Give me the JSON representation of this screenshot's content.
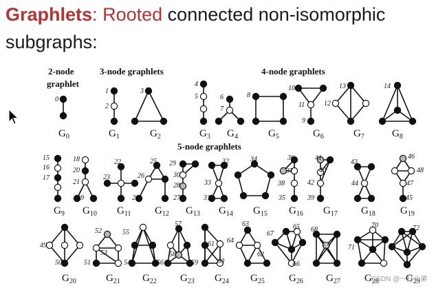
{
  "title": {
    "graphlets_word": "Graphlets",
    "colon": ":",
    "rooted_word": "Rooted",
    "rest_line1": "connected non-isomorphic",
    "line2": "subgraphs:"
  },
  "headers": {
    "h2": "2-node",
    "h2b": "graphlet",
    "h3": "3-node graphlets",
    "h4": "4-node graphlets",
    "h5": "5-node graphlets"
  },
  "watermark": "CSDN @一打小弟",
  "colors": {
    "node_filled": "#111111",
    "node_open": "#ffffff",
    "node_gray": "#b8b8b8",
    "edge": "#111111",
    "accent": "#b73232"
  },
  "graphlets": [
    {
      "id": "G0",
      "label": "G",
      "sub": "0"
    },
    {
      "id": "G1",
      "label": "G",
      "sub": "1"
    },
    {
      "id": "G2",
      "label": "G",
      "sub": "2"
    },
    {
      "id": "G3",
      "label": "G",
      "sub": "3"
    },
    {
      "id": "G4",
      "label": "G",
      "sub": "4"
    },
    {
      "id": "G5",
      "label": "G",
      "sub": "5"
    },
    {
      "id": "G6",
      "label": "G",
      "sub": "6"
    },
    {
      "id": "G7",
      "label": "G",
      "sub": "7"
    },
    {
      "id": "G8",
      "label": "G",
      "sub": "8"
    },
    {
      "id": "G9",
      "label": "G",
      "sub": "9"
    },
    {
      "id": "G10",
      "label": "G",
      "sub": "10"
    },
    {
      "id": "G11",
      "label": "G",
      "sub": "11"
    },
    {
      "id": "G12",
      "label": "G",
      "sub": "12"
    },
    {
      "id": "G13",
      "label": "G",
      "sub": "13"
    },
    {
      "id": "G14",
      "label": "G",
      "sub": "14"
    },
    {
      "id": "G15",
      "label": "G",
      "sub": "15"
    },
    {
      "id": "G16",
      "label": "G",
      "sub": "16"
    },
    {
      "id": "G17",
      "label": "G",
      "sub": "17"
    },
    {
      "id": "G18",
      "label": "G",
      "sub": "18"
    },
    {
      "id": "G19",
      "label": "G",
      "sub": "19"
    },
    {
      "id": "G20",
      "label": "G",
      "sub": "20"
    },
    {
      "id": "G21",
      "label": "G",
      "sub": "21"
    },
    {
      "id": "G22",
      "label": "G",
      "sub": "22"
    },
    {
      "id": "G23",
      "label": "G",
      "sub": "23"
    },
    {
      "id": "G24",
      "label": "G",
      "sub": "24"
    },
    {
      "id": "G25",
      "label": "G",
      "sub": "25"
    },
    {
      "id": "G26",
      "label": "G",
      "sub": "26"
    },
    {
      "id": "G27",
      "label": "G",
      "sub": "27"
    },
    {
      "id": "G28",
      "label": "G",
      "sub": "28"
    },
    {
      "id": "G29",
      "label": "G",
      "sub": "29"
    }
  ],
  "orbit_labels": [
    "0",
    "1",
    "2",
    "3",
    "4",
    "5",
    "6",
    "7",
    "8",
    "9",
    "10",
    "11",
    "12",
    "13",
    "14",
    "15",
    "16",
    "17",
    "18",
    "19",
    "20",
    "21",
    "22",
    "23",
    "24",
    "25",
    "26",
    "27",
    "28",
    "29",
    "30",
    "31",
    "32",
    "33",
    "34",
    "35",
    "36",
    "37",
    "38",
    "39",
    "40",
    "41",
    "42",
    "43",
    "44",
    "45",
    "46",
    "47",
    "48",
    "49",
    "50",
    "51",
    "52",
    "53",
    "54",
    "55",
    "56",
    "57",
    "58",
    "59",
    "60",
    "61",
    "62",
    "63",
    "64",
    "65",
    "66",
    "67",
    "68",
    "69",
    "70",
    "71",
    "72"
  ]
}
